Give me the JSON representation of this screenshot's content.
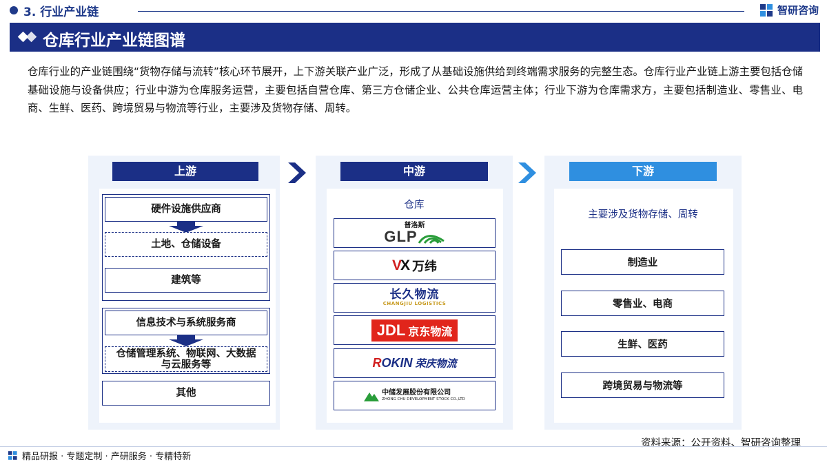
{
  "section": {
    "label": "3. 行业产业链"
  },
  "brand": {
    "name": "智研咨询",
    "icon": "zhiyan-logo-icon"
  },
  "title": "仓库行业产业链图谱",
  "intro": "仓库行业的产业链围绕“货物存储与流转”核心环节展开，上下游关联产业广泛，形成了从基础设施供给到终端需求服务的完整生态。仓库行业产业链上游主要包括仓储基础设施与设备供应；行业中游为仓库服务运营，主要包括自营仓库、第三方仓储企业、公共仓库运营主体；行业下游为仓库需求方，主要包括制造业、零售业、电商、生鲜、医药、跨境贸易与物流等行业，主要涉及货物存储、周转。",
  "upstream": {
    "header": "上游",
    "group1": {
      "supplier": "硬件设施供应商",
      "item1": "土地、仓储设备",
      "item2": "建筑等"
    },
    "group2": {
      "supplier": "信息技术与系统服务商",
      "item1_line1": "仓储管理系统、物联网、大数据",
      "item1_line2": "与云服务等"
    },
    "other": "其他"
  },
  "midstream": {
    "header": "中游",
    "label": "仓库",
    "logos": [
      {
        "name": "GLP",
        "cn": "普洛斯",
        "en": "GLP"
      },
      {
        "name": "VX万纬",
        "v": "V",
        "x": "X",
        "cn": "万纬"
      },
      {
        "name": "长久物流",
        "cn": "长久物流",
        "en": "CHANGJIU LOGISTICS"
      },
      {
        "name": "京东物流",
        "en": "JDL",
        "cn": "京东物流"
      },
      {
        "name": "荣庆物流",
        "en_a": "R",
        "en_b": "OKIN",
        "cn": "荣庆物流"
      },
      {
        "name": "中储股份",
        "cn": "中储发展股份有限公司",
        "en": "ZHONG CHU DEVELOPMENT STOCK CO.,LTD"
      }
    ]
  },
  "downstream": {
    "header": "下游",
    "label": "主要涉及货物存储、周转",
    "items": [
      "制造业",
      "零售业、电商",
      "生鲜、医药",
      "跨境贸易与物流等"
    ]
  },
  "source": "资料来源：公开资料、智研咨询整理",
  "footer": "精品研报 · 专题定制 · 产研服务 · 专精特新",
  "colors": {
    "navy": "#1b2f86",
    "downstream_header": "#2f8fe0",
    "panel_bg": "#eef3fb",
    "jd_red": "#e1251b"
  }
}
